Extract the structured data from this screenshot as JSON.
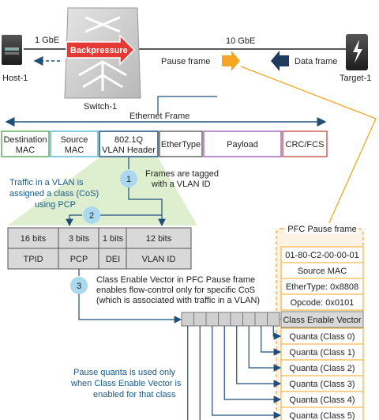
{
  "top": {
    "host_label": "Host-1",
    "target_label": "Target-1",
    "switch_label": "Switch-1",
    "link_left": "1 GbE",
    "link_right": "10 GbE",
    "backpressure": "Backpressure",
    "pause_frame": "Pause frame",
    "data_frame": "Data frame"
  },
  "ethernet": {
    "title": "Ethernet Frame",
    "fields": [
      {
        "line1": "Destination",
        "line2": "MAC"
      },
      {
        "line1": "Source",
        "line2": "MAC"
      },
      {
        "line1": "802.1Q",
        "line2": "VLAN Header"
      },
      {
        "line1": "EtherType",
        "line2": ""
      },
      {
        "line1": "Payload",
        "line2": ""
      },
      {
        "line1": "CRC/FCS",
        "line2": ""
      }
    ]
  },
  "steps": {
    "s1_num": "1",
    "s1_l1": "Frames are tagged",
    "s1_l2": "with a VLAN ID",
    "s2_num": "2",
    "s3_num": "3",
    "vlan_note_l1": "Traffic in a VLAN is",
    "vlan_note_l2": "assigned a class (CoS)",
    "vlan_note_l3": "using PCP",
    "s3_l1": "Class Enable Vector in PFC Pause frame",
    "s3_l2": "enables flow-control only for specific CoS",
    "s3_l3": "(which is associated with traffic in a VLAN)"
  },
  "vlan_header": {
    "bits": [
      "16 bits",
      "3 bits",
      "1 bits",
      "12 bits"
    ],
    "names": [
      "TPID",
      "PCP",
      "DEI",
      "VLAN ID"
    ]
  },
  "pfc": {
    "title": "PFC Pause frame",
    "fields": [
      "01-80-C2-00-00-01",
      "Source MAC",
      "EtherType: 0x8808",
      "Opcode: 0x0101",
      "Class Enable Vector"
    ],
    "quanta": [
      "Quanta (Class 0)",
      "Quanta (Class 1)",
      "Quanta (Class 2)",
      "Quanta (Class 3)",
      "Quanta (Class 4)",
      "Quanta (Class 5)"
    ]
  },
  "quanta_note": {
    "l1": "Pause quanta is used only",
    "l2": "when Class Enable Vector is",
    "l3": "enabled for that class"
  }
}
